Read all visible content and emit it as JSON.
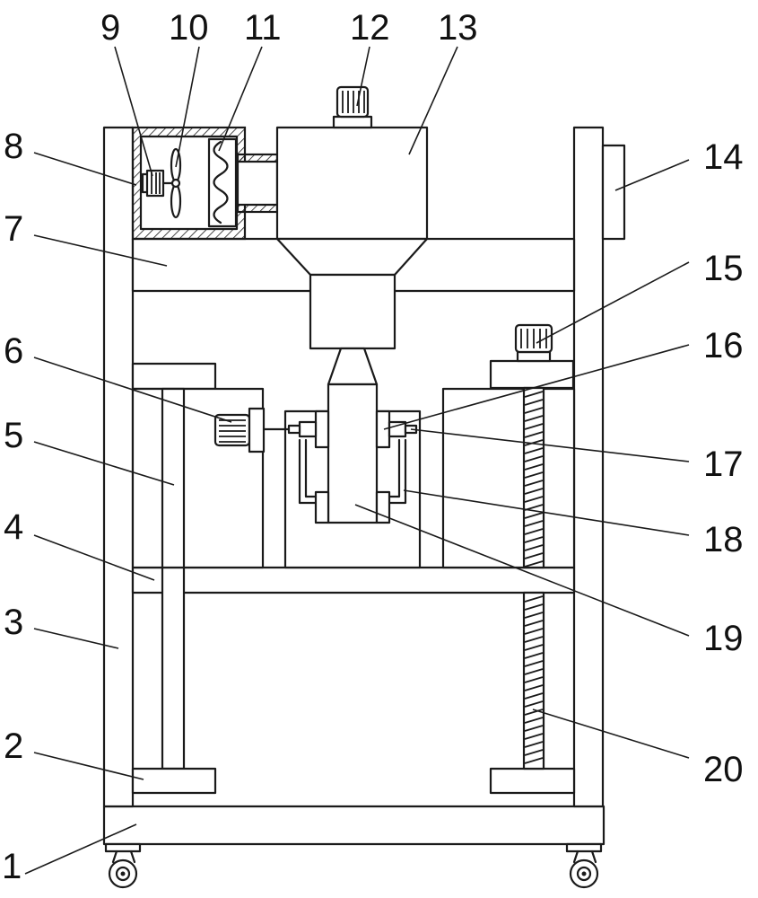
{
  "labels": [
    {
      "id": "1",
      "text": "1"
    },
    {
      "id": "2",
      "text": "2"
    },
    {
      "id": "3",
      "text": "3"
    },
    {
      "id": "4",
      "text": "4"
    },
    {
      "id": "5",
      "text": "5"
    },
    {
      "id": "6",
      "text": "6"
    },
    {
      "id": "7",
      "text": "7"
    },
    {
      "id": "8",
      "text": "8"
    },
    {
      "id": "9",
      "text": "9"
    },
    {
      "id": "10",
      "text": "10"
    },
    {
      "id": "11",
      "text": "11"
    },
    {
      "id": "12",
      "text": "12"
    },
    {
      "id": "13",
      "text": "13"
    },
    {
      "id": "14",
      "text": "14"
    },
    {
      "id": "15",
      "text": "15"
    },
    {
      "id": "16",
      "text": "16"
    },
    {
      "id": "17",
      "text": "17"
    },
    {
      "id": "18",
      "text": "18"
    },
    {
      "id": "19",
      "text": "19"
    },
    {
      "id": "20",
      "text": "20"
    }
  ]
}
